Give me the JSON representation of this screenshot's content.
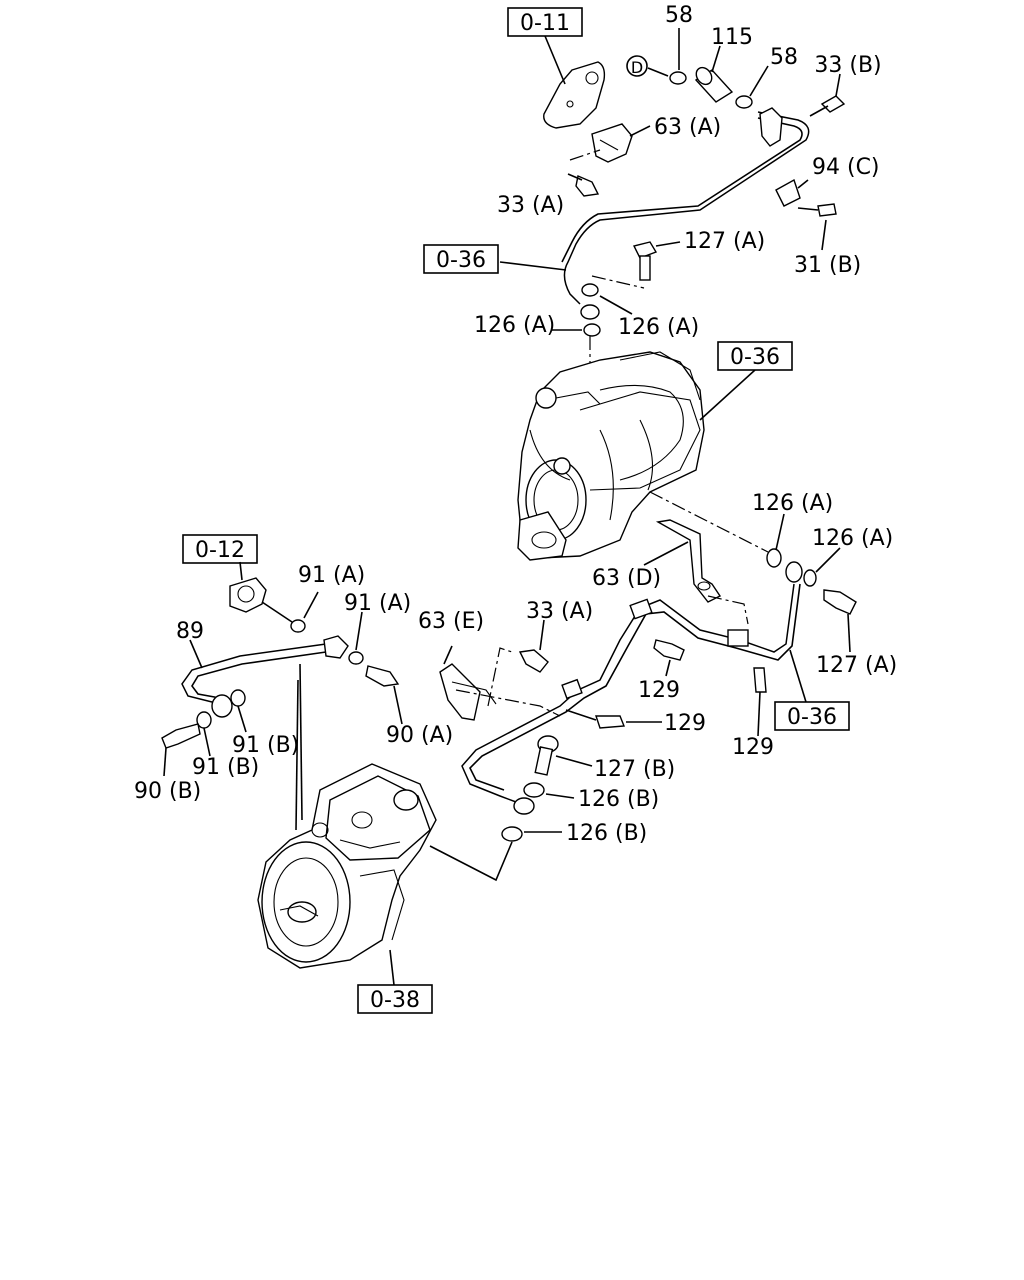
{
  "refs": {
    "r011": "0-11",
    "r036a": "0-36",
    "r036b": "0-36",
    "r036c": "0-36",
    "r012": "0-12",
    "r038": "0-38"
  },
  "labels": {
    "l58a": "58",
    "l115": "115",
    "l58b": "58",
    "l33b": "33 (B)",
    "lD": "D",
    "l63a": "63 (A)",
    "l94c": "94 (C)",
    "l33a_top": "33 (A)",
    "l31b": "31 (B)",
    "l127a_top": "127 (A)",
    "l126a_left": "126 (A)",
    "l126a_right": "126 (A)",
    "l126a_mid1": "126 (A)",
    "l126a_mid2": "126 (A)",
    "l127a_right": "127 (A)",
    "l63d": "63 (D)",
    "l91a_1": "91 (A)",
    "l91a_2": "91 (A)",
    "l89": "89",
    "l63e": "63 (E)",
    "l33a_mid": "33 (A)",
    "l129_a": "129",
    "l129_b": "129",
    "l129_c": "129",
    "l91b_1": "91 (B)",
    "l91b_2": "91 (B)",
    "l90a": "90 (A)",
    "l90b": "90 (B)",
    "l127b": "127 (B)",
    "l126b_1": "126 (B)",
    "l126b_2": "126 (B)"
  }
}
